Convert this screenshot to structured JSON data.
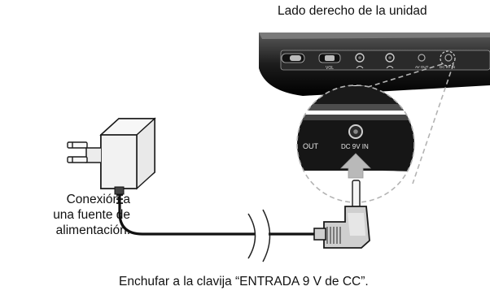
{
  "captions": {
    "unit_side": "Lado derecho de la unidad",
    "power_source": [
      "Conexión a",
      "una fuente de",
      "alimentación."
    ],
    "plug_instruction": "Enchufar a la clavija “ENTRADA 9 V de CC”."
  },
  "unit_panel_labels": {
    "av_out": "AV OUT",
    "dc_in": "DC 9V IN",
    "zoom_out_partial": "OUT",
    "zoom_dc_in": "DC 9V IN"
  },
  "icons": [
    "ac-adapter-plug-icon",
    "dc-plug-icon",
    "headphone-jack-icon",
    "insert-arrow-icon"
  ]
}
